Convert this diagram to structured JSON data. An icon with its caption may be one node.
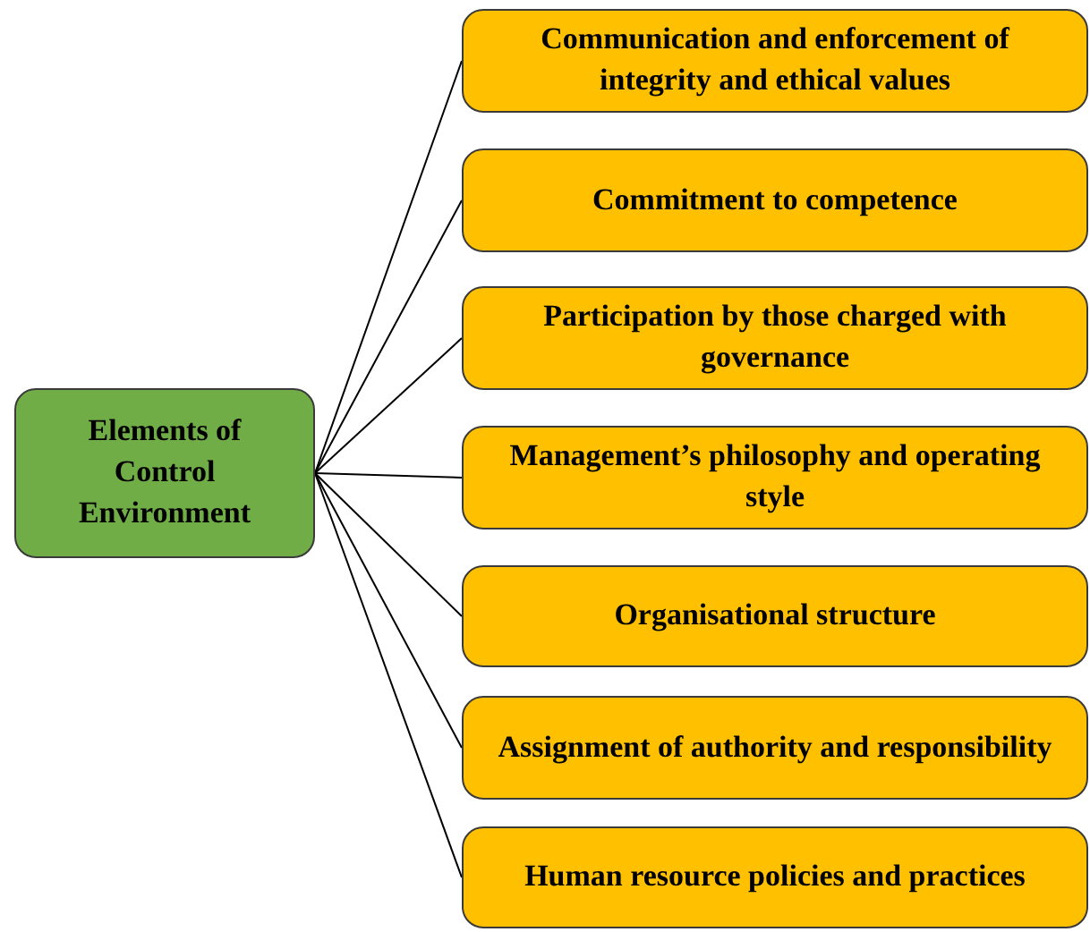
{
  "diagram": {
    "nodes": [
      {
        "text": [
          "Elements of Control Environment"
        ]
      },
      {
        "text": [
          "Communication and enforcement of integrity and ethical values"
        ]
      },
      {
        "text": [
          "Commitment to competence"
        ]
      },
      {
        "text": [
          "Participation by those charged with governance"
        ]
      },
      {
        "text": [
          "Management’s philosophy and operating style"
        ]
      },
      {
        "text": [
          "Organisational structure"
        ]
      },
      {
        "text": [
          "Assignment of authority and responsibility"
        ]
      },
      {
        "text": [
          "Human resource policies and practices"
        ]
      }
    ],
    "edges": [
      {
        "from": 0,
        "to": 1,
        "arrow": "none"
      },
      {
        "from": 0,
        "to": 2,
        "arrow": "none"
      },
      {
        "from": 0,
        "to": 3,
        "arrow": "none"
      },
      {
        "from": 0,
        "to": 4,
        "arrow": "none"
      },
      {
        "from": 0,
        "to": 5,
        "arrow": "none"
      },
      {
        "from": 0,
        "to": 6,
        "arrow": "none"
      },
      {
        "from": 0,
        "to": 7,
        "arrow": "none"
      }
    ]
  }
}
